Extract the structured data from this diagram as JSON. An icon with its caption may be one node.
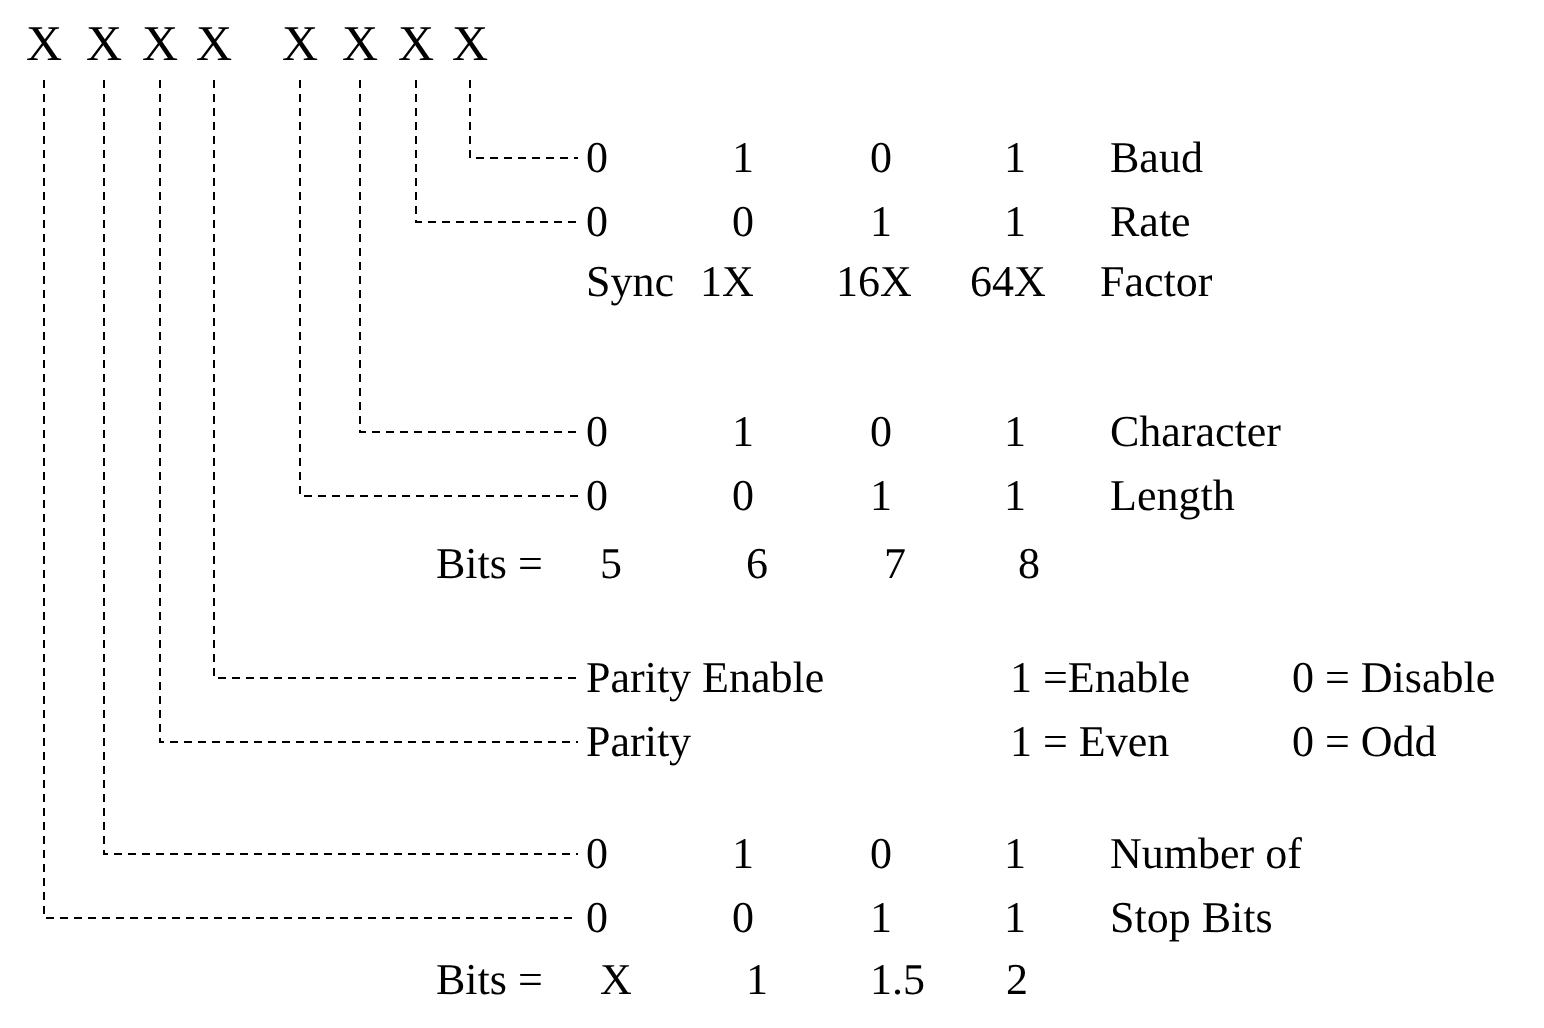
{
  "diagram": {
    "nodes": [
      {
        "text": [
          "X"
        ]
      },
      {
        "text": [
          "X"
        ]
      },
      {
        "text": [
          "X"
        ]
      },
      {
        "text": [
          "X"
        ]
      },
      {
        "text": [
          "X"
        ]
      },
      {
        "text": [
          "X"
        ]
      },
      {
        "text": [
          "X"
        ]
      },
      {
        "text": [
          "X"
        ]
      },
      {
        "text": [
          "0",
          "1",
          "0",
          "1",
          "Baud"
        ]
      },
      {
        "text": [
          "0",
          "0",
          "1",
          "1",
          "Rate"
        ]
      },
      {
        "text": [
          "0",
          "1",
          "0",
          "1",
          "Character"
        ]
      },
      {
        "text": [
          "0",
          "0",
          "1",
          "1",
          "Length"
        ]
      },
      {
        "text": [
          "Parity Enable",
          "1 =Enable",
          "0 = Disable"
        ]
      },
      {
        "text": [
          "Parity",
          "1 = Even",
          "0 = Odd"
        ]
      },
      {
        "text": [
          "0",
          "1",
          "0",
          "1",
          "Number of"
        ]
      },
      {
        "text": [
          "0",
          "0",
          "1",
          "1",
          "Stop Bits"
        ]
      }
    ],
    "edges": [
      {
        "from": 7,
        "to": 8,
        "arrow": "none",
        "style": "dashed"
      },
      {
        "from": 6,
        "to": 9,
        "arrow": "none",
        "style": "dashed"
      },
      {
        "from": 5,
        "to": 10,
        "arrow": "none",
        "style": "dashed"
      },
      {
        "from": 4,
        "to": 11,
        "arrow": "none",
        "style": "dashed"
      },
      {
        "from": 3,
        "to": 12,
        "arrow": "none",
        "style": "dashed"
      },
      {
        "from": 2,
        "to": 13,
        "arrow": "none",
        "style": "dashed"
      },
      {
        "from": 1,
        "to": 14,
        "arrow": "none",
        "style": "dashed"
      },
      {
        "from": 0,
        "to": 15,
        "arrow": "none",
        "style": "dashed"
      }
    ],
    "labels": [
      "Sync",
      "1X",
      "16X",
      "64X",
      "Factor",
      "Bits =",
      "5",
      "6",
      "7",
      "8",
      "Bits =",
      "X",
      "1",
      "1.5",
      "2"
    ]
  }
}
